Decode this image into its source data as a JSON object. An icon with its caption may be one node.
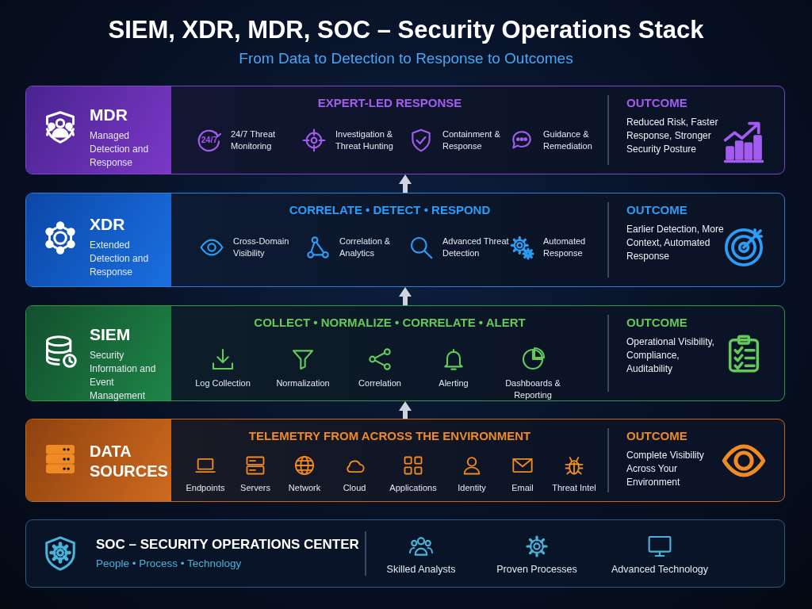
{
  "diagram": {
    "title": "SIEM, XDR, MDR, SOC – Security Operations Stack",
    "nodes": [
      {
        "text": [
          "MDR",
          "Managed Detection and Response",
          "EXPERT-LED RESPONSE",
          "24/7 Threat Monitoring",
          "Investigation & Threat Hunting",
          "Containment & Response",
          "Guidance & Remediation",
          "OUTCOME",
          "Reduced Risk, Faster Response, Stronger Security Posture"
        ]
      },
      {
        "text": [
          "XDR",
          "Extended Detection and Response",
          "CORRELATE • DETECT • RESPOND",
          "Cross-Domain Visibility",
          "Correlation & Analytics",
          "Advanced Threat Detection",
          "Automated Response",
          "OUTCOME",
          "Earlier Detection, More Context, Automated Response"
        ]
      },
      {
        "text": [
          "SIEM",
          "Security Information and Event Management",
          "COLLECT • NORMALIZE • CORRELATE • ALERT",
          "Log Collection",
          "Normalization",
          "Correlation",
          "Alerting",
          "Dashboards & Reporting",
          "OUTCOME",
          "Operational Visibility, Compliance, Auditability"
        ]
      },
      {
        "text": [
          "DATA SOURCES",
          "TELEMETRY FROM ACROSS THE ENVIRONMENT",
          "Endpoints",
          "Servers",
          "Network",
          "Cloud",
          "Applications",
          "Identity",
          "Email",
          "Threat Intel",
          "OUTCOME",
          "Complete Visibility Across Your Environment"
        ]
      },
      {
        "text": [
          "SOC – SECURITY OPERATIONS CENTER",
          "People • Process • Technology",
          "Skilled Analysts",
          "Proven Processes",
          "Advanced Technology"
        ]
      }
    ],
    "edges": [
      {
        "from": 3,
        "to": 2,
        "arrow": "to"
      },
      {
        "from": 2,
        "to": 1,
        "arrow": "to"
      },
      {
        "from": 1,
        "to": 0,
        "arrow": "to"
      }
    ],
    "labels": [
      "From Data to Detection to Response to Outcomes",
      "24/7"
    ]
  }
}
